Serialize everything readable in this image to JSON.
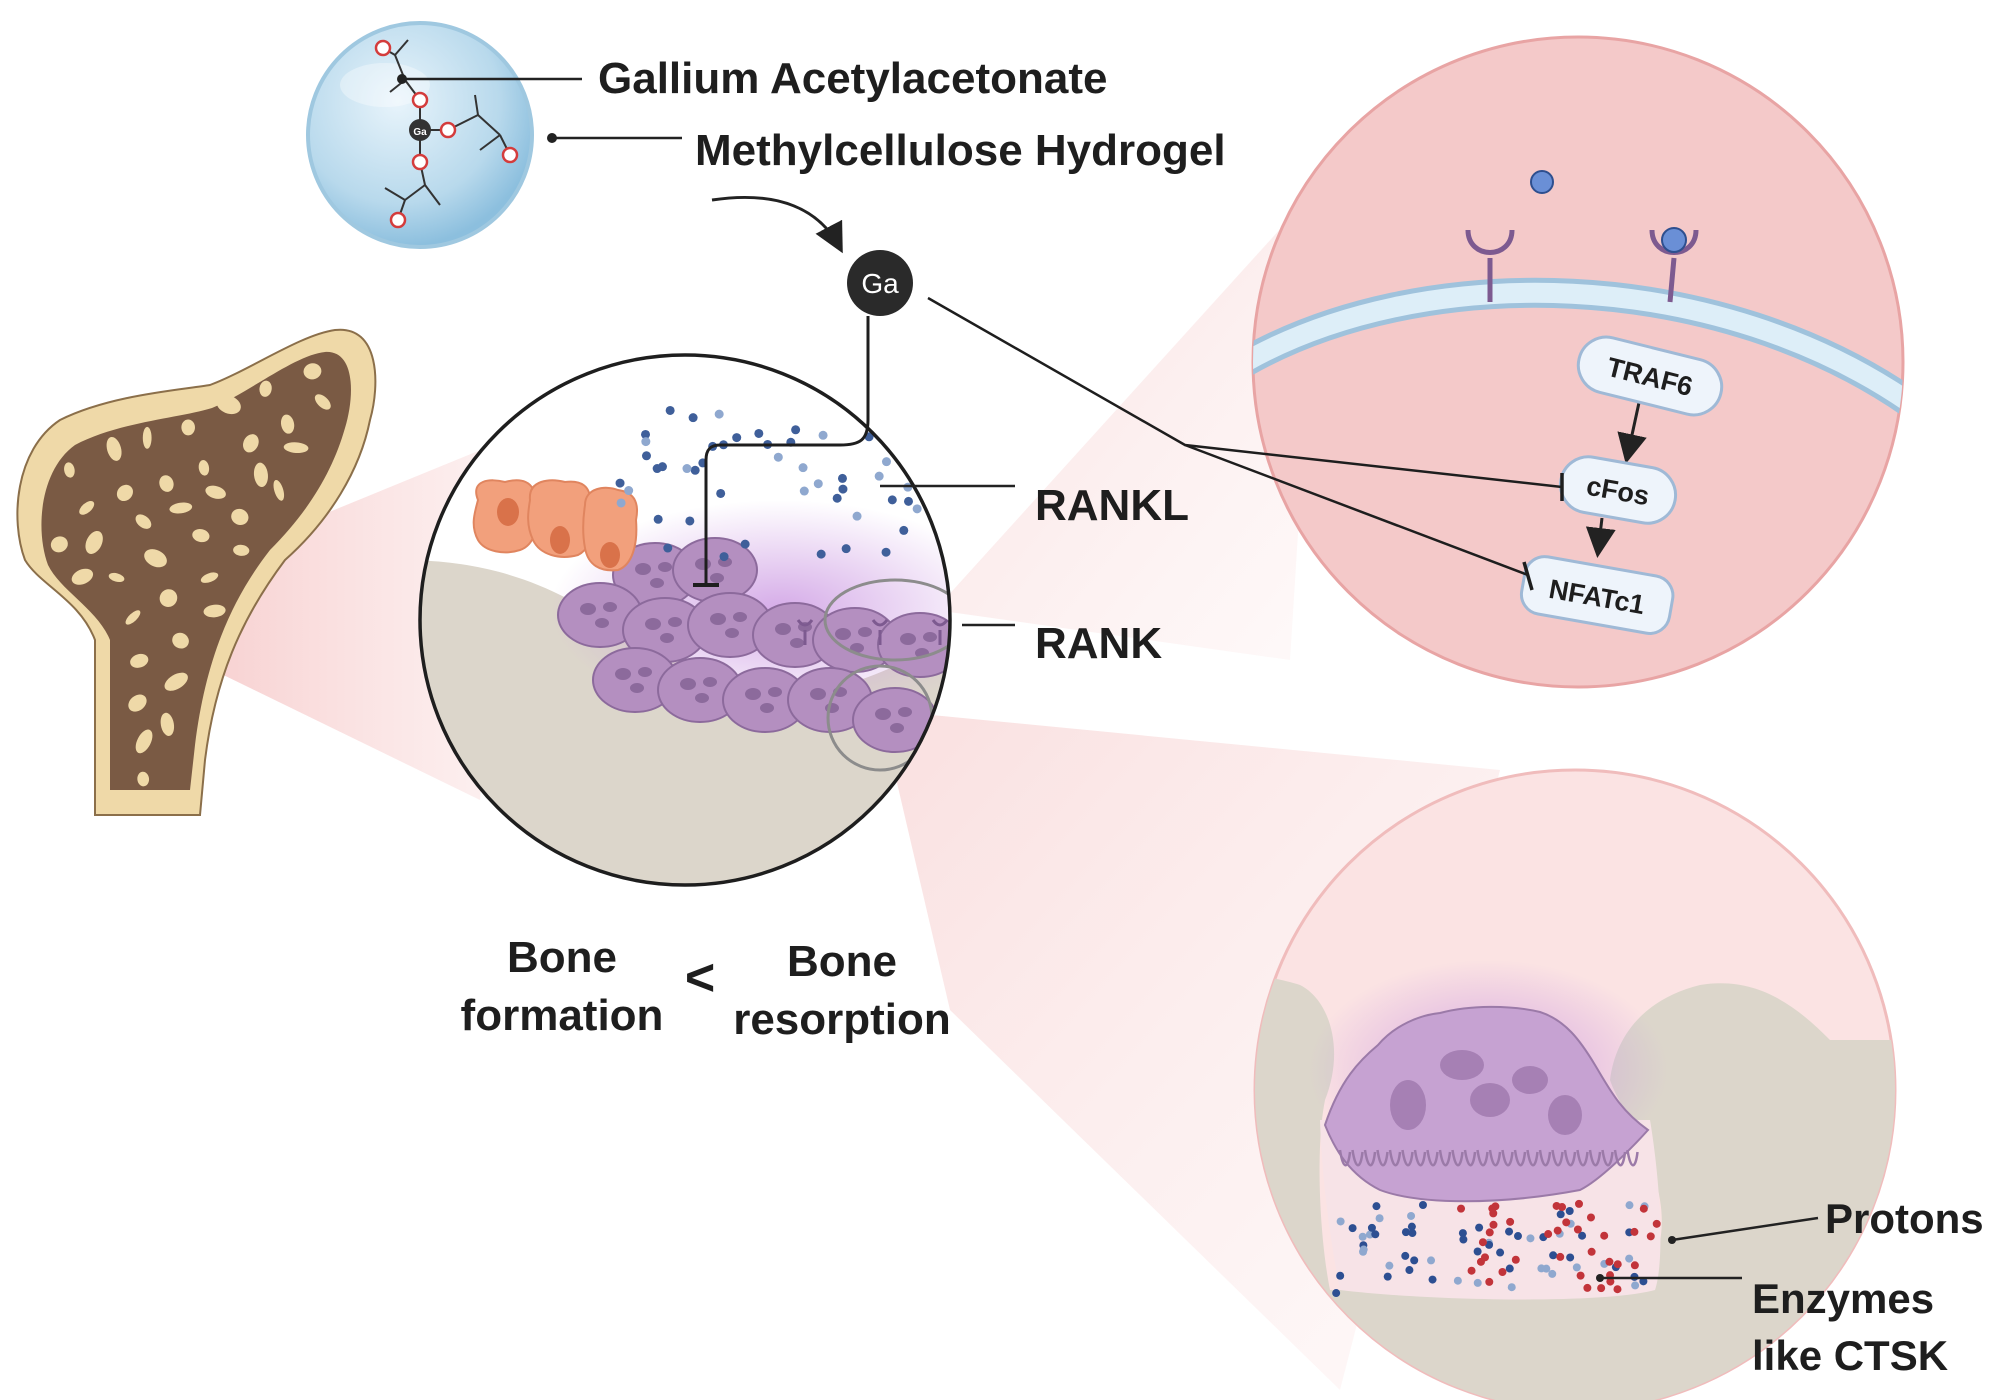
{
  "labels": {
    "gallium": "Gallium Acetylacetonate",
    "hydrogel": "Methylcellulose Hydrogel",
    "rankl": "RANKL",
    "rank": "RANK",
    "bone_formation_line1": "Bone",
    "bone_formation_line2": "formation",
    "less_than": "<",
    "bone_resorption_line1": "Bone",
    "bone_resorption_line2": "resorption",
    "protons": "Protons",
    "enzymes_line1": "Enzymes",
    "enzymes_line2": "like CTSK"
  },
  "ga_symbol": "Ga",
  "chem": {
    "center": "Ga",
    "oxygen": "O"
  },
  "pathway": {
    "nodes": [
      "TRAF6",
      "cFos",
      "NFATc1"
    ]
  },
  "colors": {
    "osteoclast": "#b48fc0",
    "osteoclast_dark": "#8c6a9c",
    "osteoblast": "#f2a07c",
    "bone_matrix": "#dcd6cb",
    "bone_shell": "#efd9a8",
    "trabecular": "#7a5a44",
    "rankl_dot": "#3f5f9a",
    "proton_dot": "#2d4f92",
    "enzyme_dot": "#c2343a",
    "zoom_bg": "#f4c9c9",
    "ga_ion": "#2a2a2a"
  }
}
